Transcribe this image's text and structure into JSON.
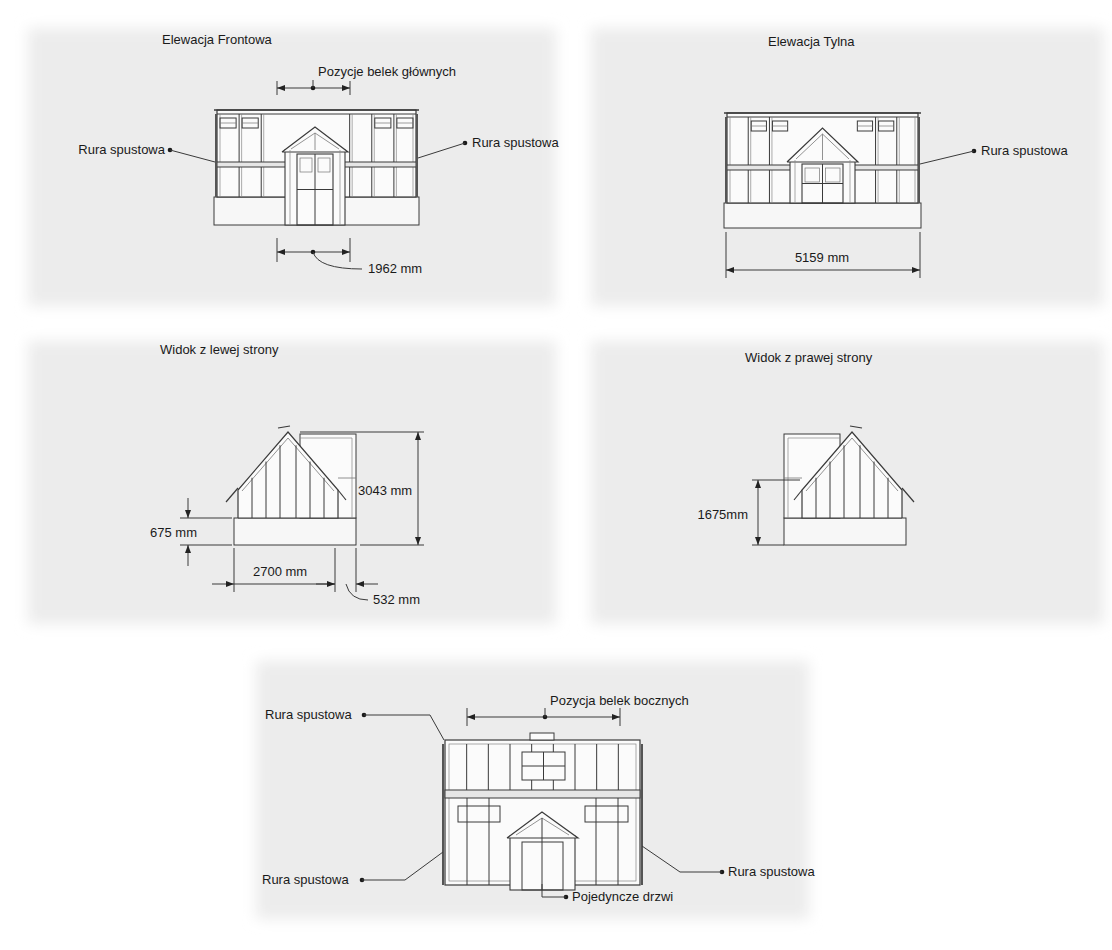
{
  "diagram": {
    "nodes": [
      {
        "text": [
          "Elewacja Frontowa"
        ]
      },
      {
        "text": [
          "Elewacja Tylna"
        ]
      },
      {
        "text": [
          "Widok z lewej strony"
        ]
      },
      {
        "text": [
          "Widok z prawej strony"
        ]
      }
    ],
    "labels": [
      "Pozycje belek głównych",
      "Rura spustowa",
      "Rura spustowa",
      "1962 mm",
      "Rura spustowa",
      "5159 mm",
      "3043 mm",
      "675 mm",
      "2700 mm",
      "532 mm",
      "1675mm",
      "Pozycja belek bocznych",
      "Rura spustowa",
      "Rura spustowa",
      "Rura spustowa",
      "Pojedyncze drzwi"
    ]
  }
}
